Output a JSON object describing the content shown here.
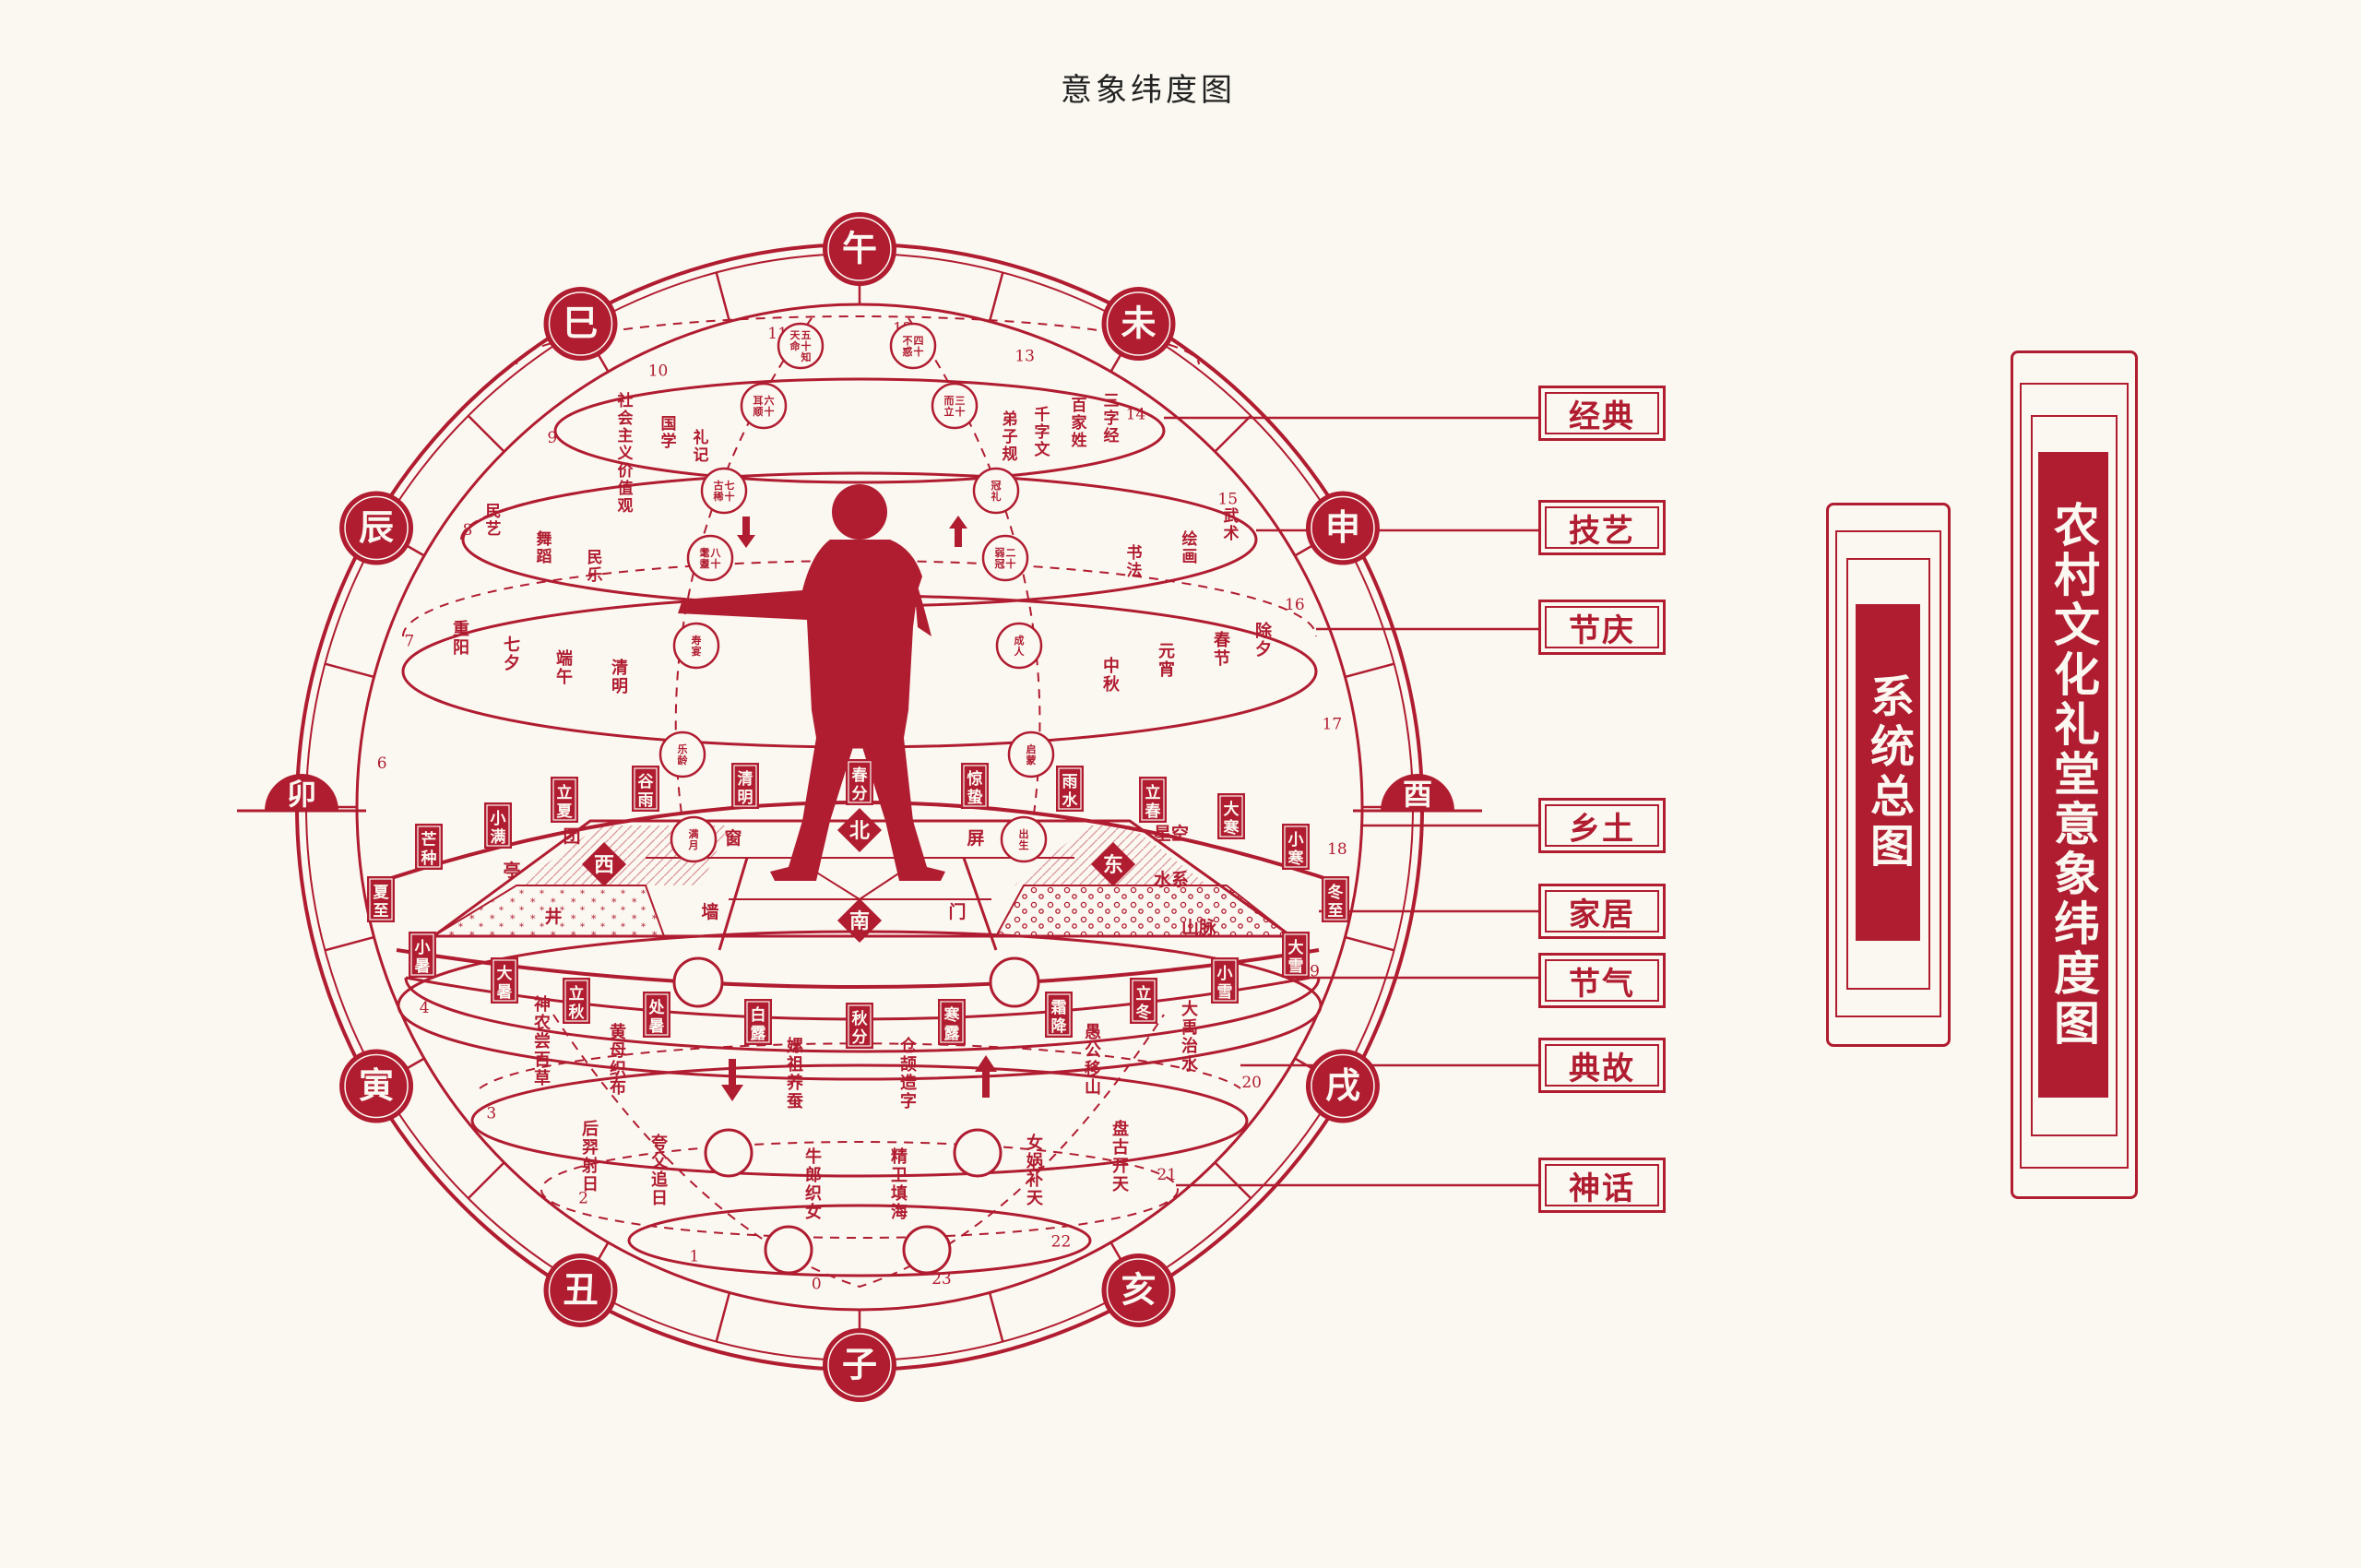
{
  "title": "意象纬度图",
  "colors": {
    "primary": "#b01c30",
    "background": "#fbf8f1"
  },
  "zodiac": [
    {
      "char": "午",
      "angle": 0
    },
    {
      "char": "未",
      "angle": 30
    },
    {
      "char": "申",
      "angle": 60
    },
    {
      "char": "酉",
      "angle": 90
    },
    {
      "char": "戌",
      "angle": 120
    },
    {
      "char": "亥",
      "angle": 150
    },
    {
      "char": "子",
      "angle": 180
    },
    {
      "char": "丑",
      "angle": 210
    },
    {
      "char": "寅",
      "angle": 240
    },
    {
      "char": "卯",
      "angle": 270
    },
    {
      "char": "辰",
      "angle": 300
    },
    {
      "char": "巳",
      "angle": 330
    }
  ],
  "hours": [
    "0",
    "1",
    "2",
    "3",
    "4",
    "5",
    "6",
    "7",
    "8",
    "9",
    "10",
    "11",
    "12",
    "13",
    "14",
    "15",
    "16",
    "17",
    "18",
    "19",
    "20",
    "21",
    "22",
    "23"
  ],
  "layers": [
    "经典",
    "技艺",
    "节庆",
    "乡土",
    "家居",
    "节气",
    "典故",
    "神话"
  ],
  "classics": [
    "三字经",
    "百家姓",
    "千字文",
    "弟子规",
    "礼记",
    "国学",
    "社会主义价值观"
  ],
  "skills": [
    "武术",
    "绘画",
    "书法",
    "民乐",
    "舞蹈",
    "民艺"
  ],
  "festivals": [
    "除夕",
    "春节",
    "元宵",
    "中秋",
    "清明",
    "端午",
    "七夕",
    "重阳"
  ],
  "life_stages": [
    "五十知天命",
    "四十不惑",
    "六十耳顺",
    "三十而立",
    "七十古稀",
    "冠礼",
    "八十耄耋",
    "二十弱冠",
    "寿宴",
    "成人",
    "乐龄",
    "启蒙",
    "满月",
    "出生"
  ],
  "solar_terms_upper": [
    "芒种",
    "小满",
    "立夏",
    "谷雨",
    "清明",
    "春分",
    "惊蛰",
    "雨水",
    "立春",
    "大寒",
    "小寒"
  ],
  "solar_terms_lower": [
    "小暑",
    "大暑",
    "立秋",
    "处暑",
    "白露",
    "秋分",
    "寒露",
    "霜降",
    "立冬",
    "小雪",
    "大雪"
  ],
  "solstices": [
    "夏至",
    "冬至"
  ],
  "directions": [
    "北",
    "西",
    "东",
    "南"
  ],
  "hometown": [
    "团",
    "亭",
    "井",
    "窗",
    "墙",
    "门",
    "屏",
    "星空",
    "水系",
    "山脉"
  ],
  "allusions": [
    "神农尝百草",
    "黄母织布",
    "嫘祖养蚕",
    "仓颉造字",
    "愚公移山",
    "大禹治水"
  ],
  "myths": [
    "后羿射日",
    "夸父追日",
    "牛郎织女",
    "精卫填海",
    "女娲补天",
    "盘古开天"
  ],
  "badge_small": "系统总图",
  "badge_large": "农村文化礼堂意象纬度图"
}
